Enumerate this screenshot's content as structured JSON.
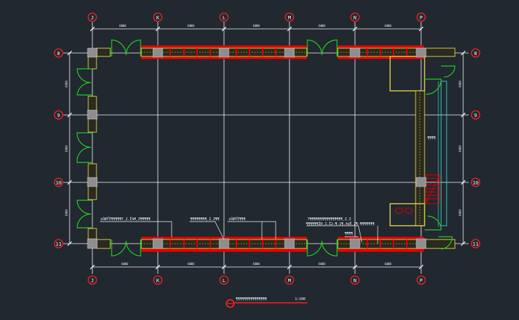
{
  "drawing": {
    "background": "#212830",
    "columns": [
      "J",
      "K",
      "L",
      "M",
      "N",
      "P"
    ],
    "rows": [
      "8",
      "9",
      "10",
      "11"
    ],
    "dim_top": [
      "6000",
      "6000",
      "6000",
      "6000",
      "6000"
    ],
    "dim_bottom": [
      "6000",
      "6000",
      "6000",
      "6000",
      "6000"
    ],
    "dim_left": [
      "6000",
      "6000",
      "6000"
    ],
    "dim_right": [
      "6000",
      "6000",
      "6000"
    ],
    "annotations": {
      "left_bottom": "¢ÛÆŸÎ¶¶¶¶¶T¸Z.ÎSM¸Z¶¶¶¶¶",
      "mid1": "¶¶¶¶¶¶¶¶¸Z¸Z¶¶",
      "mid2": "¢ÛÆŸÎ¶¶¶",
      "right1": "7¶¶¶¶¶¶¶¶¶¶¶¶¶¶¶¶¸Z¸Z",
      "right2": "¶¶¶¶¶¶ÎÐ¸Z.Ï2-¶-1¶.4¢Ê¸Z¶-¶¶¶¶¶¶¶",
      "right3": "¶¶¶¶",
      "stair_label": "¶¶¶¶",
      "title": "¶¶¶¶¶¶¶¶¶¶¶¶¶¶¶",
      "scale": "1:100"
    },
    "colors": {
      "axis": "#ffffff",
      "bubble": "#ff2020",
      "wall_fill": "#e00000",
      "wall_hatch": "#d8c94a",
      "door": "#22d022",
      "column": "#8e8e8e",
      "cyan": "#38c8c8",
      "window": "#f0e44e"
    }
  }
}
